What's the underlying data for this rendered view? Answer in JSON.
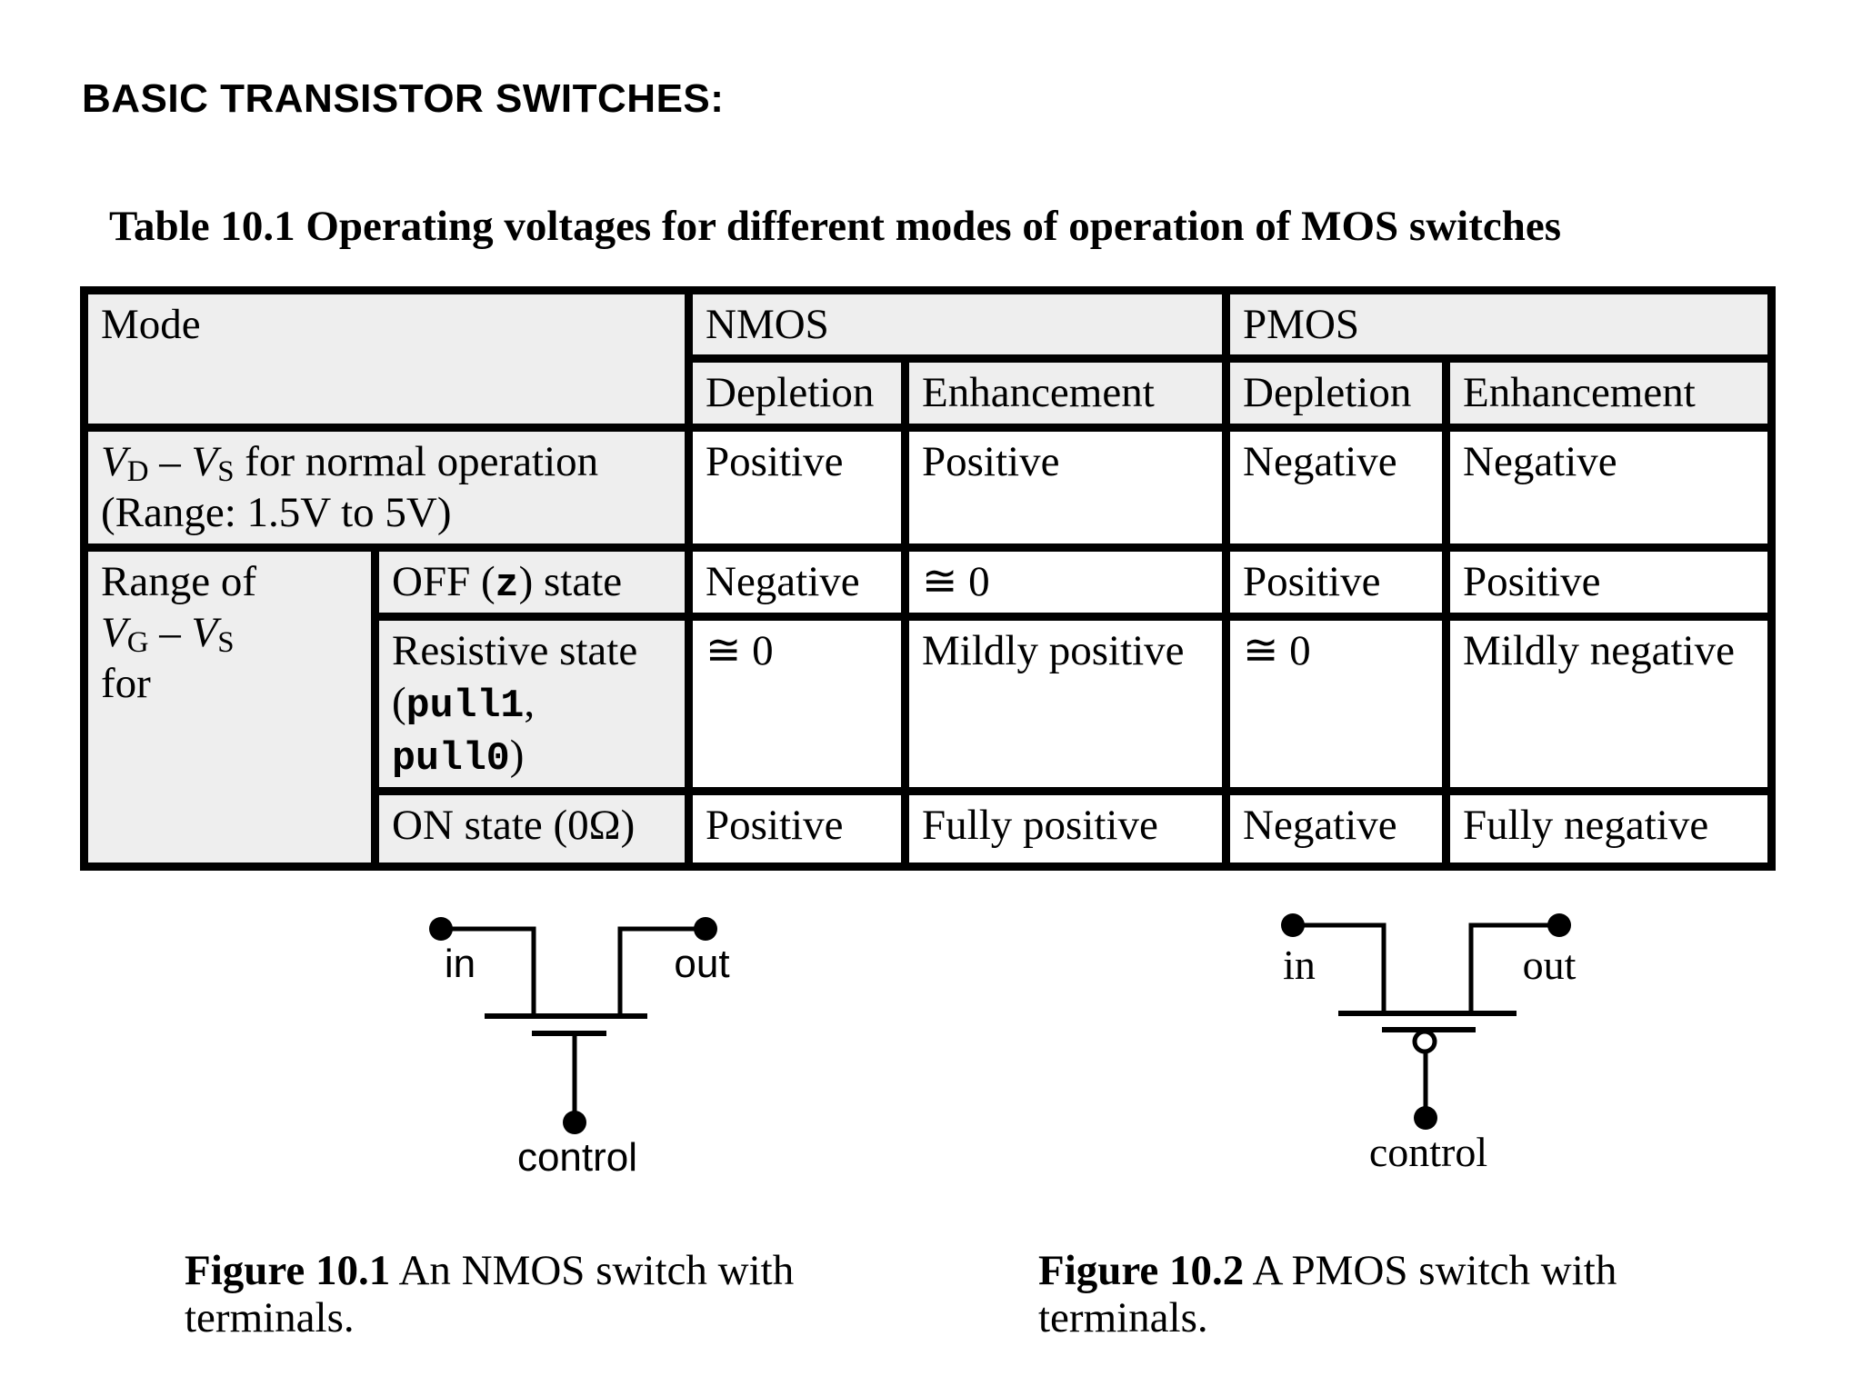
{
  "page": {
    "title": "BASIC TRANSISTOR SWITCHES:"
  },
  "table": {
    "caption": "Table 10.1 Operating voltages for different modes of operation of MOS switches",
    "header": {
      "mode": "Mode",
      "nmos": "NMOS",
      "pmos": "PMOS",
      "sub_headers": [
        "Depletion",
        "Enhancement",
        "Depletion",
        "Enhancement"
      ]
    },
    "row_vds": {
      "v1": "V",
      "v1_sub": "D",
      "minus": " – ",
      "v2": "V",
      "v2_sub": "S",
      "rest": " for normal  operation",
      "line2": "(Range: 1.5V to 5V)",
      "cells": [
        "Positive",
        "Positive",
        "Negative",
        "Negative"
      ]
    },
    "row_group": {
      "line1": "Range of",
      "v1": "V",
      "v1_sub": "G",
      "minus": " – ",
      "v2": "V",
      "v2_sub": "S",
      "line3": "for"
    },
    "row_off": {
      "label_pre": "OFF (",
      "label_z": "z",
      "label_post": ") state",
      "cells": [
        "Negative",
        "≅ 0",
        "Positive",
        "Positive"
      ]
    },
    "row_resistive": {
      "label_line1": "Resistive state",
      "open_paren": "(",
      "code1": "pull1",
      "comma": ",",
      "code2": "pull0",
      "close_paren": ")",
      "cells": [
        "≅ 0",
        "Mildly positive",
        "≅ 0",
        "Mildly negative"
      ]
    },
    "row_on": {
      "label": "ON state (0Ω)",
      "cells": [
        "Positive",
        "Fully positive",
        "Negative",
        "Fully negative"
      ]
    }
  },
  "figures": {
    "nmos": {
      "label_in": "in",
      "label_out": "out",
      "label_control": "control",
      "caption_bold": "Figure 10.1",
      "caption_rest": " An NMOS switch with",
      "caption_line2": "terminals."
    },
    "pmos": {
      "label_in": "in",
      "label_out": "out",
      "label_control": "control",
      "caption_bold": "Figure 10.2",
      "caption_rest": " A PMOS switch with",
      "caption_line2": "terminals."
    }
  },
  "colors": {
    "background": "#ffffff",
    "text": "#000000",
    "header_bg": "#eeeeee",
    "border": "#000000"
  }
}
